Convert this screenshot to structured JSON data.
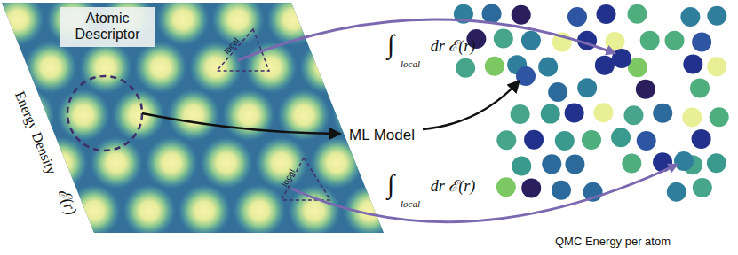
{
  "diagram": {
    "nodes": [
      {
        "text": [
          "Atomic Descriptor"
        ]
      }
    ],
    "labels": [
      "Energy Density",
      "ℰ(r)",
      "local",
      "local",
      "∫",
      "local",
      "dr ℰ(r)",
      "ML Model",
      "∫",
      "local",
      "dr ℰ(r)",
      "QMC Energy per atom"
    ]
  }
}
